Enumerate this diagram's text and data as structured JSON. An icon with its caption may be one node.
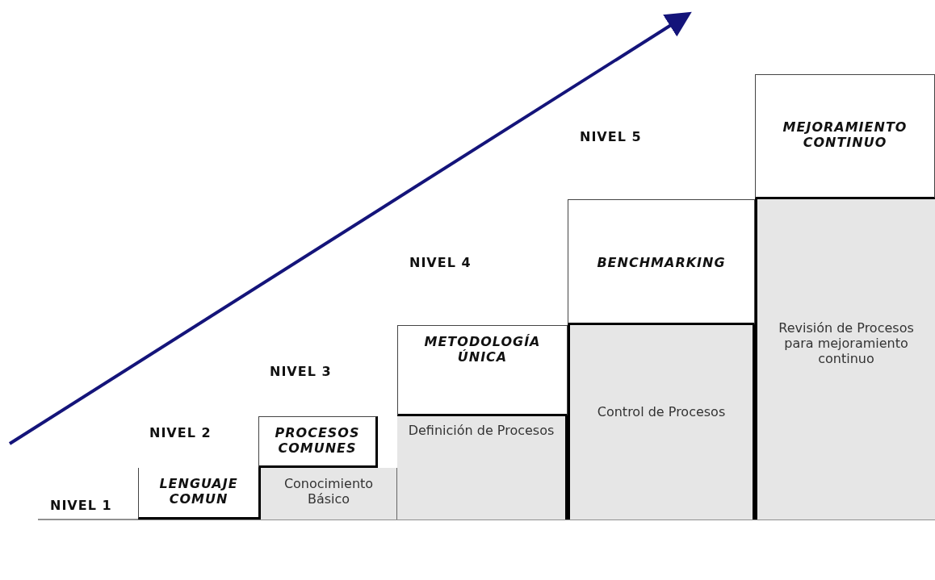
{
  "diagram": {
    "nodes": [
      {
        "text": [
          "LENGUAJE COMUN"
        ]
      },
      {
        "text": [
          "PROCESOS COMUNES"
        ]
      },
      {
        "text": [
          "Conocimiento Básico"
        ]
      },
      {
        "text": [
          "METODOLOGÍA ÚNICA"
        ]
      },
      {
        "text": [
          "Definición de Procesos"
        ]
      },
      {
        "text": [
          "BENCHMARKING"
        ]
      },
      {
        "text": [
          "Control de Procesos"
        ]
      },
      {
        "text": [
          "MEJORAMIENTO CONTINUO"
        ]
      },
      {
        "text": [
          "Revisión de Procesos para mejoramiento continuo"
        ]
      }
    ],
    "edges": [],
    "labels": [
      "NIVEL 5",
      "NIVEL 4",
      "NIVEL 3",
      "NIVEL 2",
      "NIVEL 1"
    ]
  }
}
